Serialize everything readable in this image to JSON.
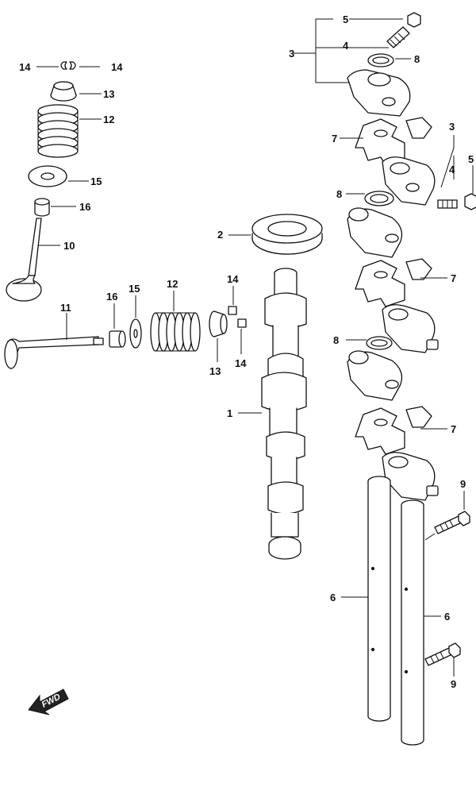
{
  "callouts": {
    "n1": "1",
    "n2": "2",
    "n3a": "3",
    "n3b": "3",
    "n4a": "4",
    "n4b": "4",
    "n5a": "5",
    "n5b": "5",
    "n6a": "6",
    "n6b": "6",
    "n7a": "7",
    "n7b": "7",
    "n7c": "7",
    "n8a": "8",
    "n8b": "8",
    "n8c": "8",
    "n9a": "9",
    "n9b": "9",
    "n10": "10",
    "n11": "11",
    "n12a": "12",
    "n12b": "12",
    "n13a": "13",
    "n13b": "13",
    "n14a": "14",
    "n14b": "14",
    "n14c": "14",
    "n14d": "14",
    "n15a": "15",
    "n15b": "15",
    "n16a": "16",
    "n16b": "16"
  },
  "fwd_label": "FWD",
  "colors": {
    "line": "#111111",
    "background": "#ffffff"
  }
}
